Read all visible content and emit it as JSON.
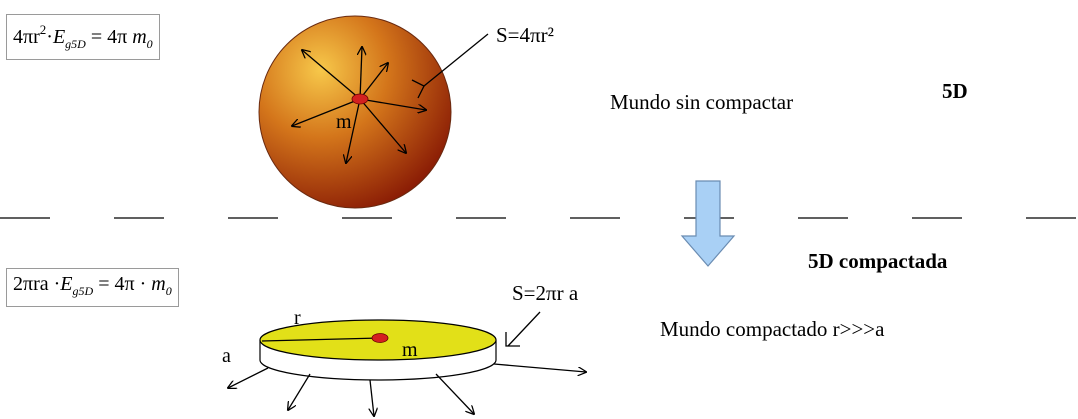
{
  "formulas": {
    "top": {
      "p1": "4πr",
      "p1_sup": "2",
      "p2": "·",
      "p3": "E",
      "p3_sub": "g5D",
      "p4": " = 4π ",
      "p5": "m",
      "p5_sub": "0"
    },
    "bottom": {
      "p1": "2πra ·",
      "p2": "E",
      "p2_sub": "g5D",
      "p3": " = 4π · ",
      "p4": "m",
      "p4_sub": "0"
    }
  },
  "labels": {
    "surface_top": "S=4πr²",
    "world_uncompacted": "Mundo sin compactar",
    "dim_top": "5D",
    "dim_bottom": "5D compactada",
    "surface_bottom": "S=2πr a",
    "world_compacted": "Mundo compactado r>>>a",
    "mass_top": "m",
    "mass_bottom": "m",
    "radius": "r",
    "thickness": "a"
  },
  "colors": {
    "sphere_highlight": "#f7c84a",
    "sphere_mid": "#d4761b",
    "sphere_dark": "#8a1c05",
    "mass_dot": "#d42020",
    "disk_fill": "#e2e018",
    "arrow_fill": "#a9d0f5",
    "arrow_stroke": "#6a8cb2"
  }
}
